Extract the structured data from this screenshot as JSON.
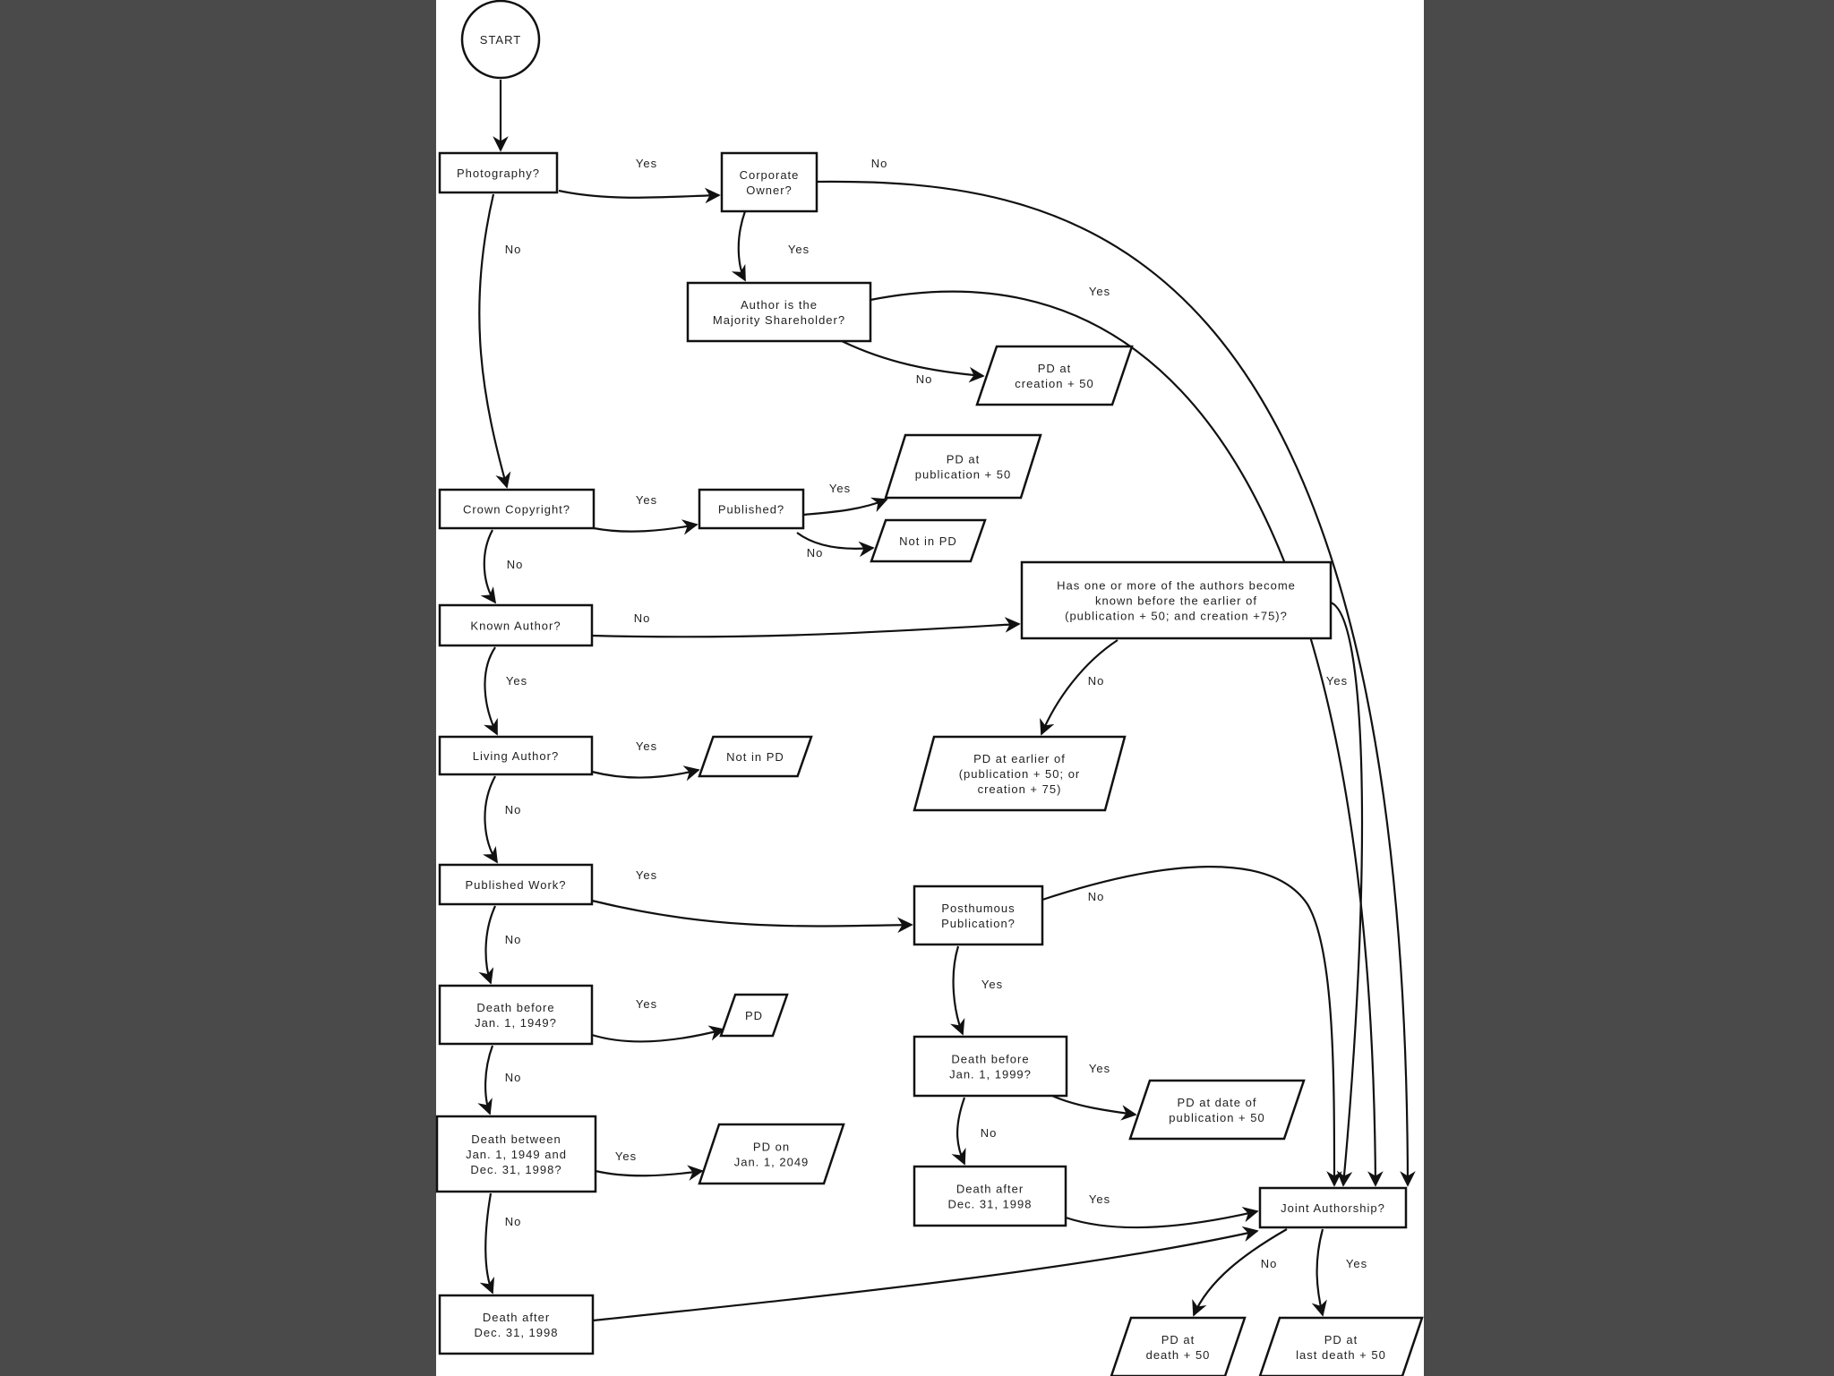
{
  "colors": {
    "background": "#4a4a4a",
    "sheet": "#ffffff",
    "ink": "#111111"
  },
  "nodes": {
    "start": {
      "lines": [
        "START"
      ]
    },
    "photography": {
      "lines": [
        "Photography?"
      ]
    },
    "corporate_owner": {
      "lines": [
        "Corporate",
        "Owner?"
      ]
    },
    "majority_shareholder": {
      "lines": [
        "Author is the",
        "Majority Shareholder?"
      ]
    },
    "pd_creation_50": {
      "lines": [
        "PD at",
        "creation + 50"
      ]
    },
    "pd_publication_50": {
      "lines": [
        "PD at",
        "publication + 50"
      ]
    },
    "crown_copyright": {
      "lines": [
        "Crown Copyright?"
      ]
    },
    "published": {
      "lines": [
        "Published?"
      ]
    },
    "not_pd_1": {
      "lines": [
        "Not in PD"
      ]
    },
    "known_author": {
      "lines": [
        "Known Author?"
      ]
    },
    "authors_known": {
      "lines": [
        "Has one or more of the authors become",
        "known before the earlier of",
        "(publication + 50; and creation +75)?"
      ]
    },
    "pd_earlier": {
      "lines": [
        "PD at earlier of",
        "(publication + 50; or",
        "creation + 75)"
      ]
    },
    "living_author": {
      "lines": [
        "Living Author?"
      ]
    },
    "not_pd_2": {
      "lines": [
        "Not in PD"
      ]
    },
    "published_work": {
      "lines": [
        "Published Work?"
      ]
    },
    "posthumous": {
      "lines": [
        "Posthumous",
        "Publication?"
      ]
    },
    "death_before_1949": {
      "lines": [
        "Death before",
        "Jan. 1, 1949?"
      ]
    },
    "pd": {
      "lines": [
        "PD"
      ]
    },
    "death_before_1999": {
      "lines": [
        "Death before",
        "Jan. 1, 1999?"
      ]
    },
    "pd_date_pub_50": {
      "lines": [
        "PD at date of",
        "publication + 50"
      ]
    },
    "death_between": {
      "lines": [
        "Death between",
        "Jan. 1, 1949 and",
        "Dec. 31, 1998?"
      ]
    },
    "pd_2049": {
      "lines": [
        "PD on",
        "Jan. 1, 2049"
      ]
    },
    "death_after_mid": {
      "lines": [
        "Death after",
        "Dec. 31, 1998"
      ]
    },
    "joint_authorship": {
      "lines": [
        "Joint Authorship?"
      ]
    },
    "death_after_left": {
      "lines": [
        "Death after",
        "Dec. 31, 1998"
      ]
    },
    "pd_death_50": {
      "lines": [
        "PD at",
        "death + 50"
      ]
    },
    "pd_last_death_50": {
      "lines": [
        "PD at",
        "last death + 50"
      ]
    }
  },
  "edges": [
    {
      "from": "start",
      "to": "photography",
      "label": ""
    },
    {
      "from": "photography",
      "to": "corporate_owner",
      "label": "Yes"
    },
    {
      "from": "corporate_owner",
      "to": "joint_authorship",
      "label": "No"
    },
    {
      "from": "corporate_owner",
      "to": "majority_shareholder",
      "label": "Yes"
    },
    {
      "from": "majority_shareholder",
      "to": "joint_authorship",
      "label": "Yes"
    },
    {
      "from": "majority_shareholder",
      "to": "pd_creation_50",
      "label": "No"
    },
    {
      "from": "photography",
      "to": "crown_copyright",
      "label": "No"
    },
    {
      "from": "crown_copyright",
      "to": "published",
      "label": "Yes"
    },
    {
      "from": "published",
      "to": "pd_publication_50",
      "label": "Yes"
    },
    {
      "from": "published",
      "to": "not_pd_1",
      "label": "No"
    },
    {
      "from": "crown_copyright",
      "to": "known_author",
      "label": "No"
    },
    {
      "from": "known_author",
      "to": "authors_known",
      "label": "No"
    },
    {
      "from": "authors_known",
      "to": "pd_earlier",
      "label": "No"
    },
    {
      "from": "authors_known",
      "to": "joint_authorship",
      "label": "Yes"
    },
    {
      "from": "known_author",
      "to": "living_author",
      "label": "Yes"
    },
    {
      "from": "living_author",
      "to": "not_pd_2",
      "label": "Yes"
    },
    {
      "from": "living_author",
      "to": "published_work",
      "label": "No"
    },
    {
      "from": "published_work",
      "to": "posthumous",
      "label": "Yes"
    },
    {
      "from": "posthumous",
      "to": "joint_authorship",
      "label": "No"
    },
    {
      "from": "posthumous",
      "to": "death_before_1999",
      "label": "Yes"
    },
    {
      "from": "death_before_1999",
      "to": "pd_date_pub_50",
      "label": "Yes"
    },
    {
      "from": "death_before_1999",
      "to": "death_after_mid",
      "label": "No"
    },
    {
      "from": "death_after_mid",
      "to": "joint_authorship",
      "label": "Yes"
    },
    {
      "from": "published_work",
      "to": "death_before_1949",
      "label": "No"
    },
    {
      "from": "death_before_1949",
      "to": "pd",
      "label": "Yes"
    },
    {
      "from": "death_before_1949",
      "to": "death_between",
      "label": "No"
    },
    {
      "from": "death_between",
      "to": "pd_2049",
      "label": "Yes"
    },
    {
      "from": "death_between",
      "to": "death_after_left",
      "label": "No"
    },
    {
      "from": "death_after_left",
      "to": "joint_authorship",
      "label": ""
    },
    {
      "from": "joint_authorship",
      "to": "pd_death_50",
      "label": "No"
    },
    {
      "from": "joint_authorship",
      "to": "pd_last_death_50",
      "label": "Yes"
    }
  ]
}
